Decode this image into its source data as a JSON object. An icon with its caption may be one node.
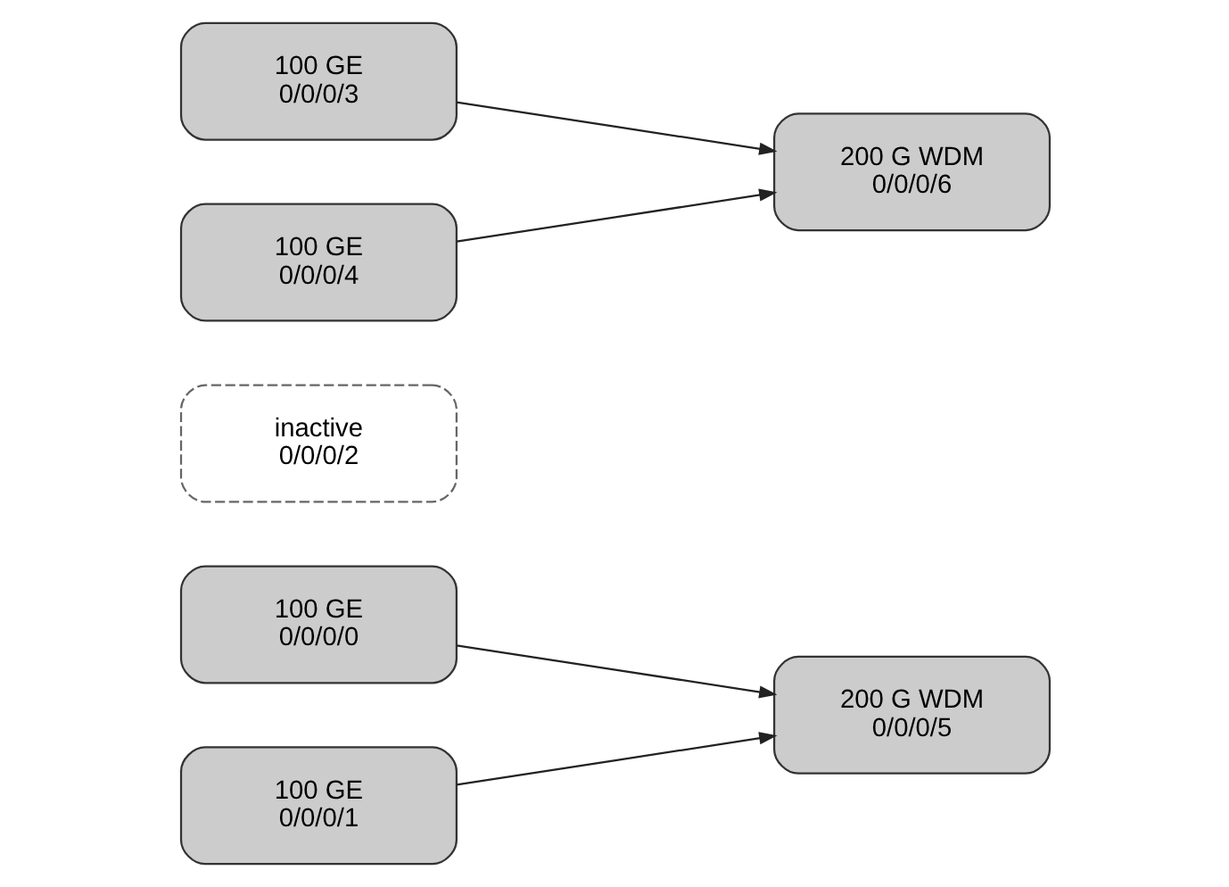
{
  "diagram": {
    "nodes": [
      {
        "text": [
          "100 GE 0/0/0/0"
        ]
      },
      {
        "text": [
          "100 GE 0/0/0/1"
        ]
      },
      {
        "text": [
          "inactive 0/0/0/2"
        ]
      },
      {
        "text": [
          "100 GE 0/0/0/3"
        ]
      },
      {
        "text": [
          "100 GE 0/0/0/4"
        ]
      },
      {
        "text": [
          "200 G WDM 0/0/0/5"
        ]
      },
      {
        "text": [
          "200 G WDM 0/0/0/6"
        ]
      }
    ],
    "edges": [
      {
        "from": 0,
        "to": 5,
        "arrow": "to"
      },
      {
        "from": 1,
        "to": 5,
        "arrow": "to"
      },
      {
        "from": 3,
        "to": 6,
        "arrow": "to"
      },
      {
        "from": 4,
        "to": 6,
        "arrow": "to"
      }
    ]
  }
}
